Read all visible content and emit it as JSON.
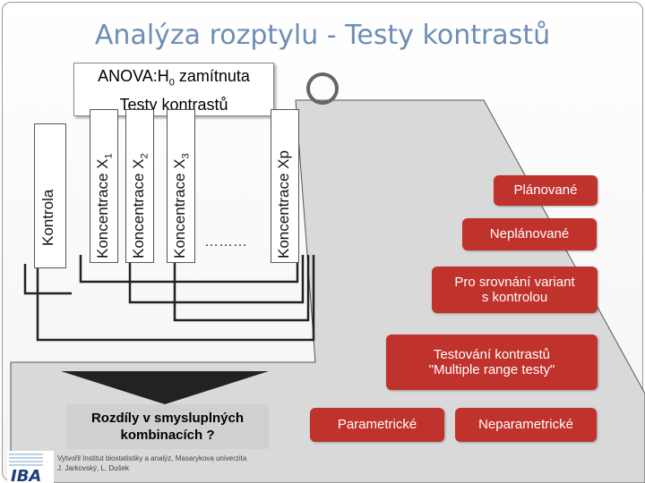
{
  "slide": {
    "title": "Analýza rozptylu -  Testy kontrastů",
    "anova_line1": "ANOVA:H",
    "anova_sub": "0",
    "anova_line1_rest": " zamítnuta",
    "anova_line2": "Testy kontrastů",
    "columns": [
      {
        "text": "Kontrola",
        "sub": ""
      },
      {
        "text": "Koncentrace X",
        "sub": "1"
      },
      {
        "text": "Koncentrace X",
        "sub": "2"
      },
      {
        "text": "Koncentrace X",
        "sub": "3"
      },
      {
        "text": "Koncentrace Xp",
        "sub": ""
      }
    ],
    "ellipsis": "………",
    "boxes": {
      "planned": "Plánované",
      "unplanned": "Neplánované",
      "compare_line1": "Pro srovnání variant",
      "compare_line2": "s kontrolou",
      "testing_line1": "Testování kontrastů",
      "testing_line2": "\"Multiple range testy\"",
      "parametric": "Parametrické",
      "nonparametric": "Neparametrické"
    },
    "differences_line1": "Rozdíly v smysluplných",
    "differences_line2": "kombinacích ?",
    "credit_line1": "Vytvořil Institut biostatistiky a analýz, Masarykova univerzita",
    "credit_line2": "J. Jarkovský, L. Dušek",
    "logo_text": "IBA"
  },
  "colors": {
    "title": "#6e8db5",
    "accent_red": "#c0322c",
    "gray_area": "#d9d9d9"
  }
}
